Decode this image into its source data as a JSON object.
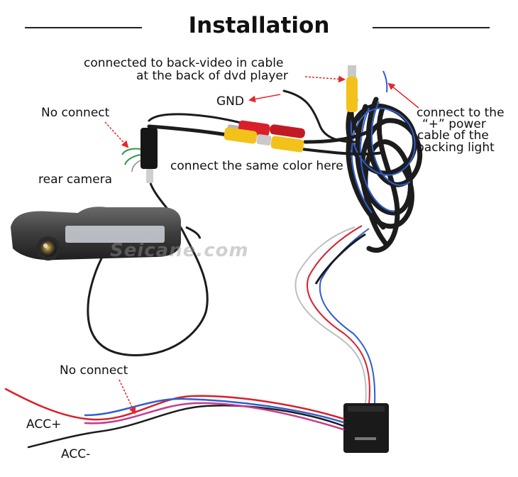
{
  "title": "Installation",
  "labels": {
    "back_video_line1": "connected to back-video in cable",
    "back_video_line2": "at the back of dvd player",
    "gnd": "GND",
    "no_connect_top": "No connect",
    "power_line1": "connect to the",
    "power_line2": "“+”  power",
    "power_line3": "cable of the",
    "power_line4": "backing light",
    "same_color": "connect the same color here",
    "rear_camera": "rear camera",
    "no_connect_bottom": "No connect",
    "acc_plus": "ACC+",
    "acc_minus": "ACC-"
  },
  "watermark": "Seicane.com",
  "colors": {
    "arrow": "#e8262a",
    "rca_red": "#d81f2a",
    "rca_yellow": "#f2c21a",
    "cable_black": "#1c1c1c",
    "wire_blue": "#2f5fd0"
  }
}
